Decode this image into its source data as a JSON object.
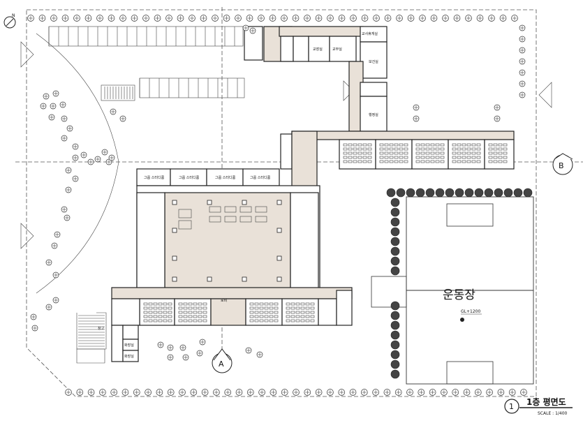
{
  "title": {
    "number": "1",
    "name": "1층 평면도",
    "scale": "SCALE : 1/400"
  },
  "north_symbol": "N",
  "section_markers": {
    "a": "A",
    "b": "B"
  },
  "field": {
    "name": "운동장",
    "level": "GL+1200"
  },
  "rooms": {
    "top_block": [
      "교사휴게실",
      "교장실",
      "교무실",
      "보건실",
      "행정실"
    ],
    "middle_row": [
      "그룹 스터디룸",
      "그룹 스터디룸",
      "그룹 스터디룸",
      "그룹 스터디룸"
    ],
    "hall": "로비",
    "west_small": [
      "창고",
      "화장실",
      "화장실"
    ]
  },
  "colors": {
    "corridor": "#e9e1d8",
    "line": "#222222",
    "background": "#ffffff"
  }
}
